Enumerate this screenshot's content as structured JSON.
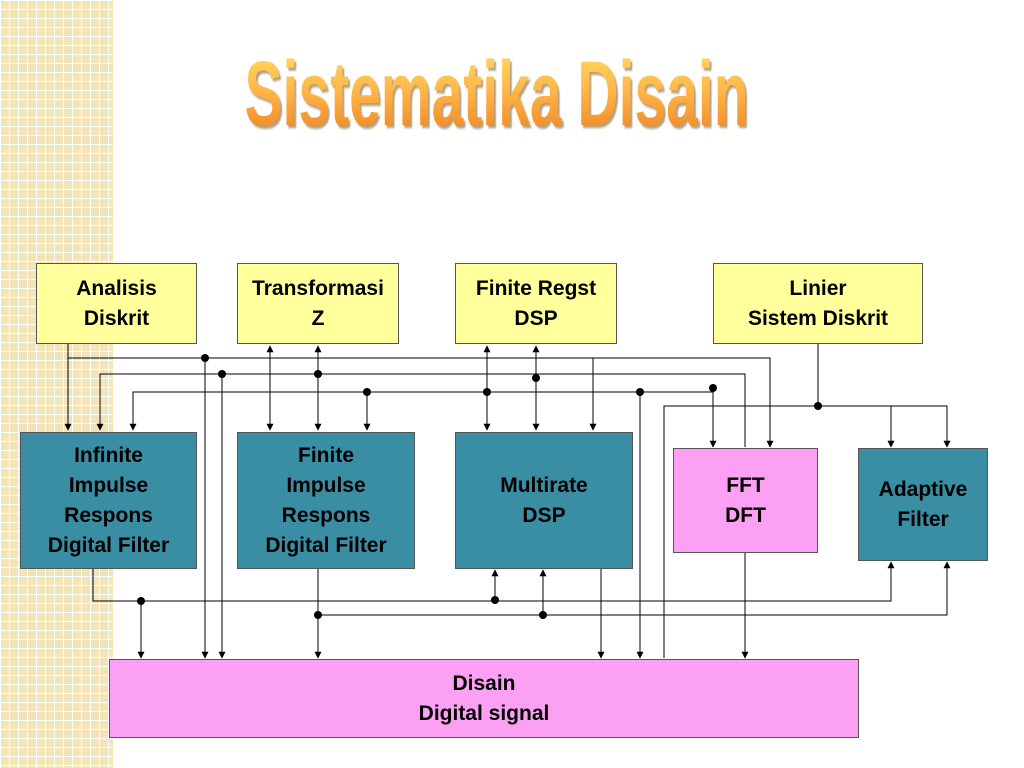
{
  "title": "Sistematika Disain",
  "boxes": {
    "analisis": [
      "Analisis",
      "Diskrit"
    ],
    "transformasi": [
      "Transformasi",
      "Z"
    ],
    "finite_regst": [
      "Finite Regst",
      "DSP"
    ],
    "linier": [
      "Linier",
      "Sistem Diskrit"
    ],
    "iir": [
      "Infinite",
      "Impulse",
      "Respons",
      "Digital Filter"
    ],
    "fir": [
      "Finite",
      "Impulse",
      "Respons",
      "Digital Filter"
    ],
    "multirate": [
      "Multirate",
      "DSP"
    ],
    "fft": [
      "FFT",
      "DFT"
    ],
    "adaptive": [
      "Adaptive",
      "Filter"
    ],
    "disain": [
      "Disain",
      "Digital signal"
    ]
  },
  "colors": {
    "yellow_box": "#ffff9c",
    "teal_box": "#3a8ea4",
    "pink_box": "#fca0f4",
    "title_orange": "#f08a20",
    "side_pattern": "#f3e3b8"
  }
}
